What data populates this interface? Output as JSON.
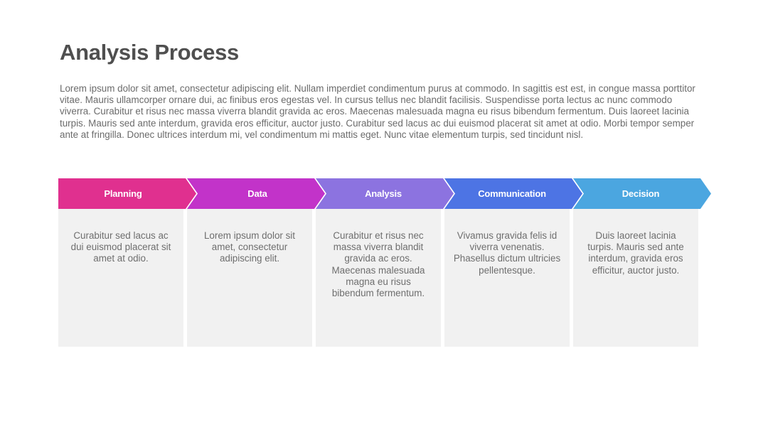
{
  "page": {
    "title": "Analysis Process",
    "intro": "Lorem ipsum dolor sit amet, consectetur adipiscing elit. Nullam imperdiet condimentum purus at commodo. In sagittis est est, in congue massa porttitor vitae. Mauris ullamcorper ornare dui, ac finibus eros egestas vel. In cursus tellus nec blandit facilisis. Suspendisse porta lectus ac nunc commodo viverra. Curabitur et risus nec massa viverra blandit gravida ac eros. Maecenas malesuada magna eu risus bibendum fermentum. Duis laoreet lacinia turpis. Mauris sed ante interdum, gravida eros efficitur, auctor justo. Curabitur sed lacus ac dui euismod placerat sit amet at odio. Morbi tempor semper ante at fringilla. Donec ultrices interdum mi, vel condimentum mi mattis eget. Nunc vitae elementum turpis, sed tincidunt nisl."
  },
  "steps": [
    {
      "label": "Planning",
      "color": "#e0308f",
      "text": "Curabitur sed lacus ac dui euismod placerat sit amet at odio."
    },
    {
      "label": "Data",
      "color": "#c233c9",
      "text": "Lorem ipsum dolor sit amet, consectetur adipiscing elit."
    },
    {
      "label": "Analysis",
      "color": "#8c73e0",
      "text": "Curabitur et risus nec massa viverra blandit gravida ac eros. Maecenas malesuada magna eu risus bibendum fermentum."
    },
    {
      "label": "Communication",
      "color": "#4d74e4",
      "text": "Vivamus gravida felis id viverra venenatis. Phasellus dictum ultricies pellentesque."
    },
    {
      "label": "Decision",
      "color": "#4ba6e0",
      "text": "Duis laoreet lacinia turpis. Mauris sed ante interdum, gravida eros efficitur, auctor justo."
    }
  ]
}
